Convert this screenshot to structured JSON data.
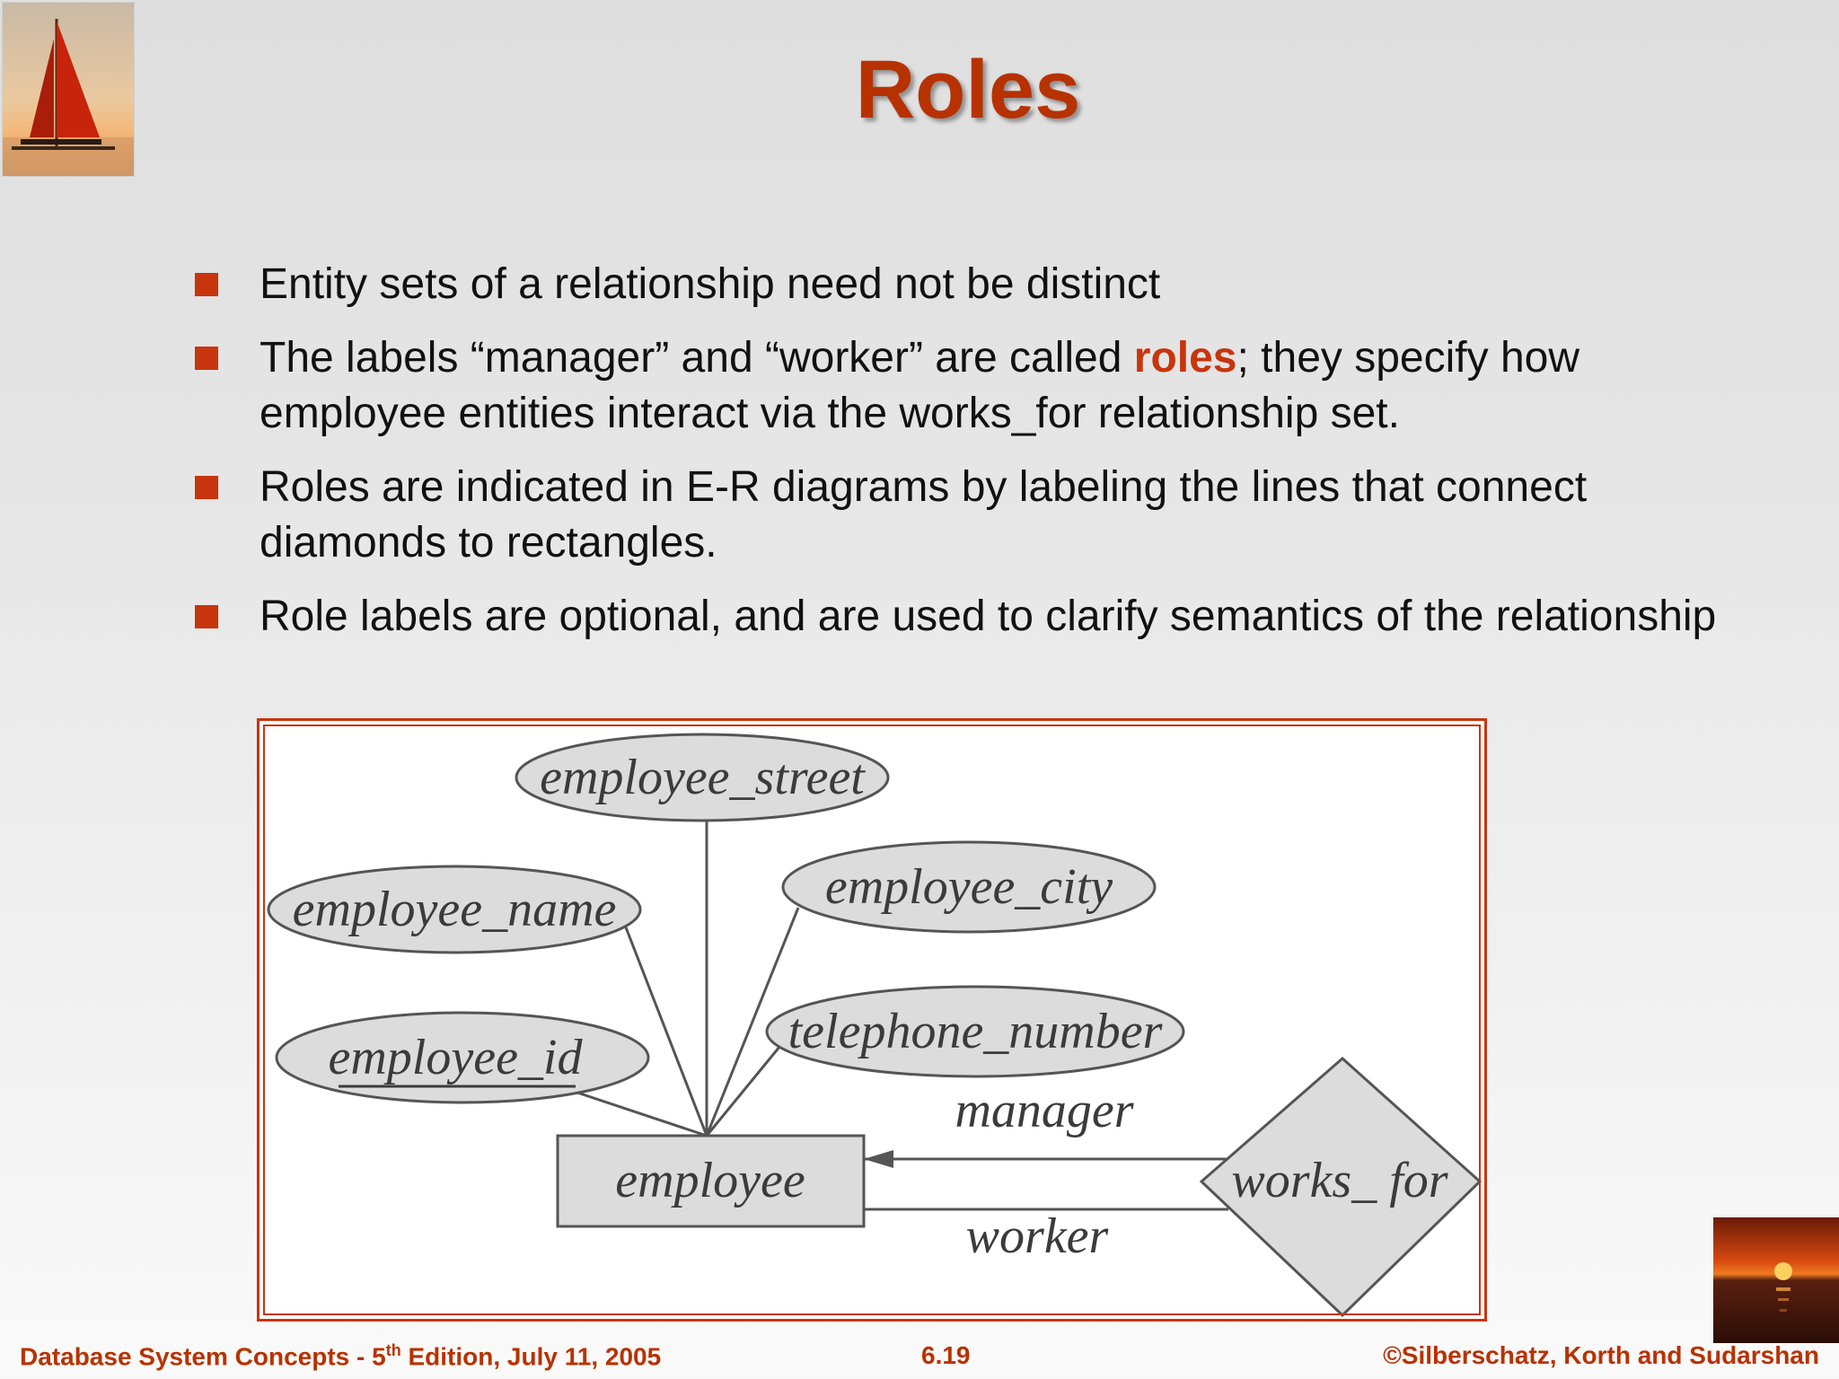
{
  "slide": {
    "title": "Roles",
    "bullets": {
      "b1": "Entity sets of a relationship need not be distinct",
      "b2_pre": "The labels “manager” and “worker” are called ",
      "b2_hl": "roles",
      "b2_post": "; they specify how employee entities interact via the works_for relationship set.",
      "b3": "Roles are indicated in E-R diagrams by labeling the lines that connect diamonds to rectangles.",
      "b4": "Role labels are optional, and are used to clarify semantics of the relationship"
    }
  },
  "diagram": {
    "attributes": {
      "street": "employee_street",
      "name": "employee_name",
      "city": "employee_city",
      "telephone": "telephone_number",
      "id": "employee_id"
    },
    "entity": "employee",
    "relationship": "works_ for",
    "roles": {
      "manager": "manager",
      "worker": "worker"
    }
  },
  "footer": {
    "left_pre": "Database System Concepts - 5",
    "left_sup": "th",
    "left_post": " Edition, July 11, 2005",
    "center": "6.19",
    "right": "©Silberschatz, Korth and Sudarshan"
  },
  "colors": {
    "accent": "#c8350c",
    "title": "#b83200",
    "shape_fill": "#dcdcdc",
    "shape_stroke": "#555555"
  }
}
